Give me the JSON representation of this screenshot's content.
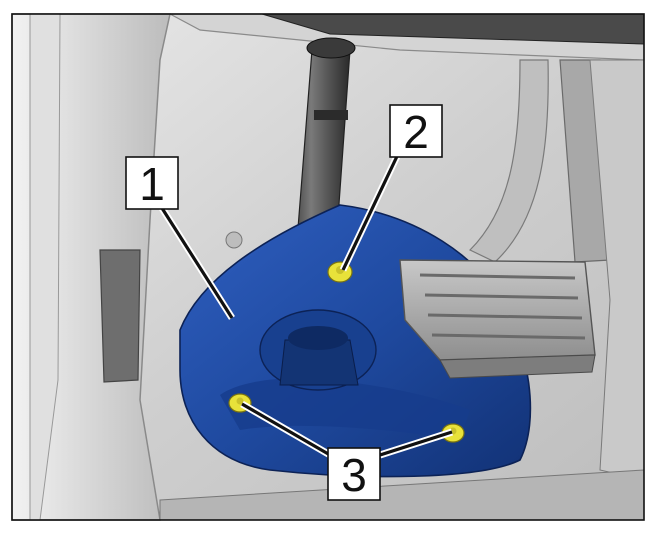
{
  "callouts": [
    {
      "id": "1",
      "label": "1"
    },
    {
      "id": "2",
      "label": "2"
    },
    {
      "id": "3",
      "label": "3"
    }
  ],
  "colors": {
    "cover": "#1f4aa0",
    "cover_shadow": "#123276",
    "fastener": "#e8e23a",
    "background": "#dcdcdc"
  }
}
